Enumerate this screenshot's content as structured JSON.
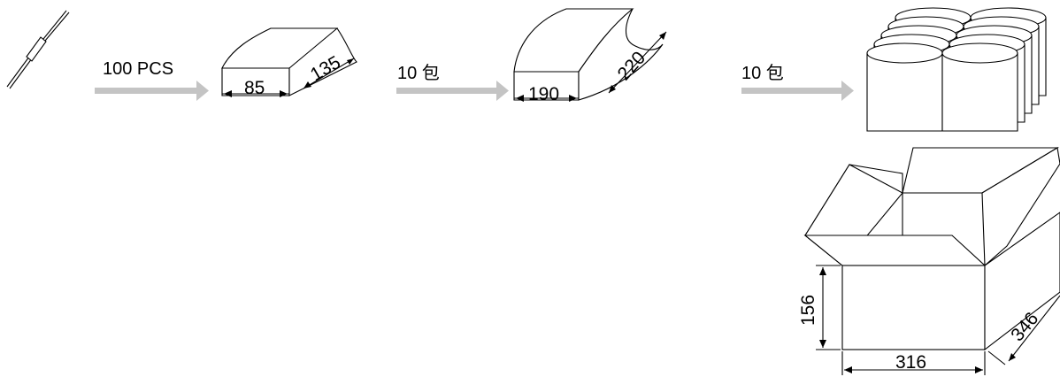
{
  "steps": {
    "step1_label": "100 PCS",
    "step2_label": "10 包",
    "step3_label": "10 包"
  },
  "dimensions": {
    "bag_width": "85",
    "bag_depth": "135",
    "pack_width": "190",
    "pack_depth": "220",
    "carton_height": "156",
    "carton_width": "316",
    "carton_depth": "346"
  },
  "colors": {
    "arrow": "#c4c4c4",
    "line": "#000000"
  },
  "icons": [
    "component-icon",
    "small-bag-icon",
    "large-bag-icon",
    "stacked-packs-icon",
    "open-carton-icon"
  ]
}
